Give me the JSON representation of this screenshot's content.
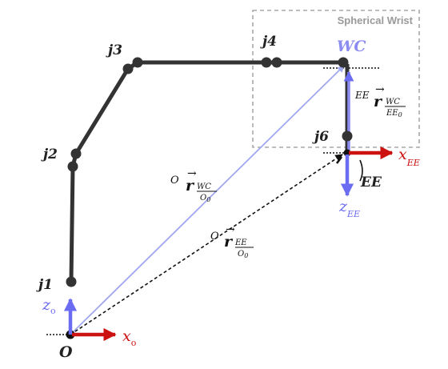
{
  "diagram": {
    "wrist_label": "Spherical Wrist",
    "joints": {
      "j1": "j1",
      "j2": "j2",
      "j3": "j3",
      "j4": "j4",
      "j6": "j6"
    },
    "points": {
      "wc": "WC",
      "ee": "EE",
      "origin": "O"
    },
    "axes": {
      "z0": "z",
      "z0_sub": "o",
      "x0": "x",
      "x0_sub": "o",
      "xee": "x",
      "xee_sub": "EE",
      "zee": "z",
      "zee_sub": "EE"
    },
    "vectors": {
      "r_wc_pre": "O",
      "r_wc_main": "r",
      "r_wc_num": "WC",
      "r_wc_den": "O",
      "r_wc_den_sub": "0",
      "r_ee_pre": "O",
      "r_ee_main": "r",
      "r_ee_num": "EE",
      "r_ee_den": "O",
      "r_ee_den_sub": "0",
      "r_wcee_pre": "EE",
      "r_wcee_main": "r",
      "r_wcee_num": "WC",
      "r_wcee_den": "EE",
      "r_wcee_den_sub": "0"
    },
    "colors": {
      "link": "#333333",
      "blue_axis": "#6c6cf2",
      "red_axis": "#cc1111",
      "wc_vector": "#a0a8f0",
      "wc_label": "#8c8cf0",
      "wrist_box": "#a8a8a8",
      "wrist_text": "#9a9a9a"
    }
  }
}
